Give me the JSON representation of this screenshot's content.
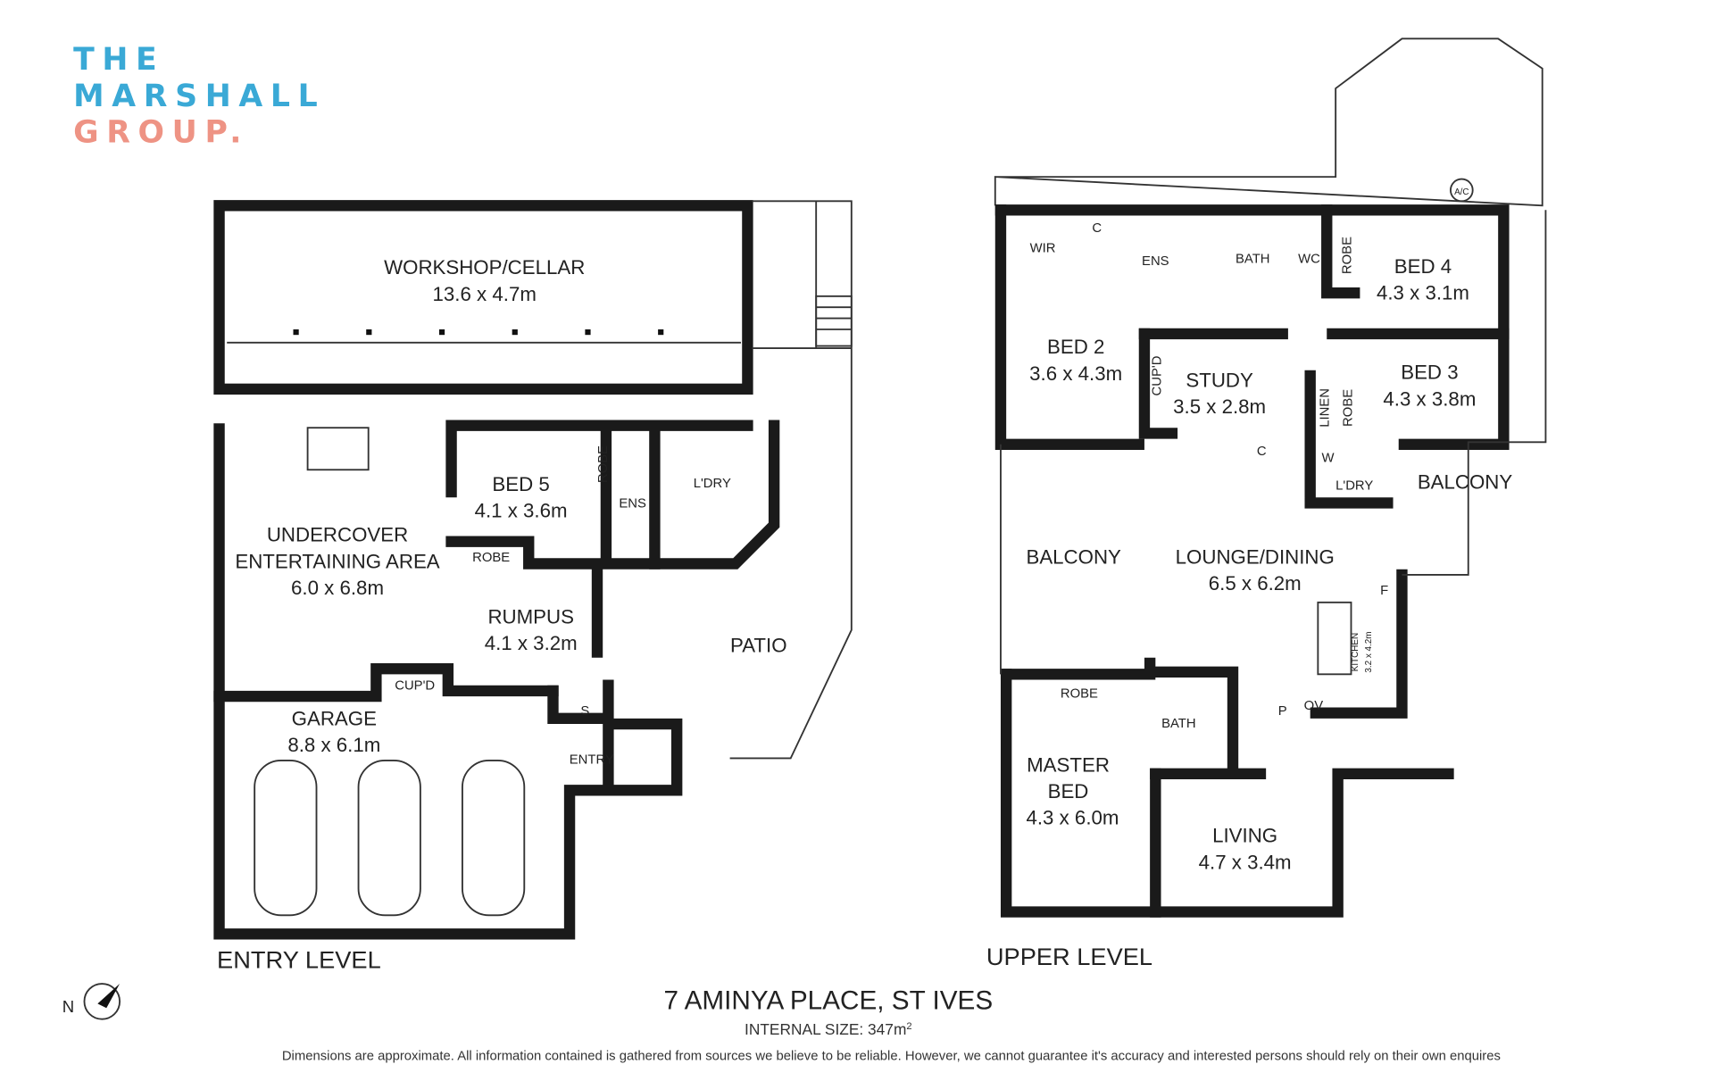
{
  "logo": {
    "line1": "THE",
    "line2": "MARSHALL",
    "line3": "GROUP.",
    "color_blue": "#3aa9d6",
    "color_pink": "#ee9384"
  },
  "entry_level": {
    "title": "ENTRY LEVEL",
    "rooms": [
      {
        "name": "WORKSHOP/CELLAR",
        "dims": "13.6 x 4.7m"
      },
      {
        "name": "BED 5",
        "dims": "4.1 x 3.6m"
      },
      {
        "name": "UNDERCOVER",
        "name2": "ENTERTAINING AREA",
        "dims": "6.0 x 6.8m"
      },
      {
        "name": "RUMPUS",
        "dims": "4.1 x 3.2m"
      },
      {
        "name": "GARAGE",
        "dims": "8.8 x 6.1m"
      },
      {
        "name": "PATIO"
      }
    ],
    "labels": {
      "robe_v": "ROBE",
      "robe_h": "ROBE",
      "ens": "ENS",
      "laundry": "L'DRY",
      "cupd": "CUP'D",
      "s": "S",
      "entry": "ENTRY"
    }
  },
  "upper_level": {
    "title": "UPPER LEVEL",
    "rooms": [
      {
        "name": "BED 4",
        "dims": "4.3 x 3.1m"
      },
      {
        "name": "BED 2",
        "dims": "3.6 x 4.3m"
      },
      {
        "name": "STUDY",
        "dims": "3.5 x 2.8m"
      },
      {
        "name": "BED 3",
        "dims": "4.3 x 3.8m"
      },
      {
        "name": "LOUNGE/DINING",
        "dims": "6.5 x 6.2m"
      },
      {
        "name": "MASTER",
        "name2": "BED",
        "dims": "4.3 x 6.0m"
      },
      {
        "name": "LIVING",
        "dims": "4.7 x 3.4m"
      },
      {
        "name": "BALCONY"
      },
      {
        "name": "BALCONY"
      }
    ],
    "labels": {
      "wir": "WIR",
      "c1": "C",
      "ens": "ENS",
      "bath": "BATH",
      "wc": "WC",
      "robe1": "ROBE",
      "cupd": "CUP'D",
      "linen": "LINEN",
      "robe2": "ROBE",
      "c2": "C",
      "w": "W",
      "laundry": "L'DRY",
      "f": "F",
      "kitchen": "KITCHEN",
      "kitchen_dims": "3.2 x 4.2m",
      "p": "P",
      "ov": "OV",
      "robe3": "ROBE",
      "bath2": "BATH",
      "ac": "A/C"
    }
  },
  "compass": {
    "label": "N"
  },
  "address": "7 AMINYA PLACE, ST IVES",
  "internal_size": {
    "label": "INTERNAL SIZE: 347m",
    "sup": "2"
  },
  "disclaimer": "Dimensions are approximate. All information contained is gathered from sources we believe to be reliable. However, we cannot guarantee it's accuracy and interested persons should rely on their own enquires"
}
